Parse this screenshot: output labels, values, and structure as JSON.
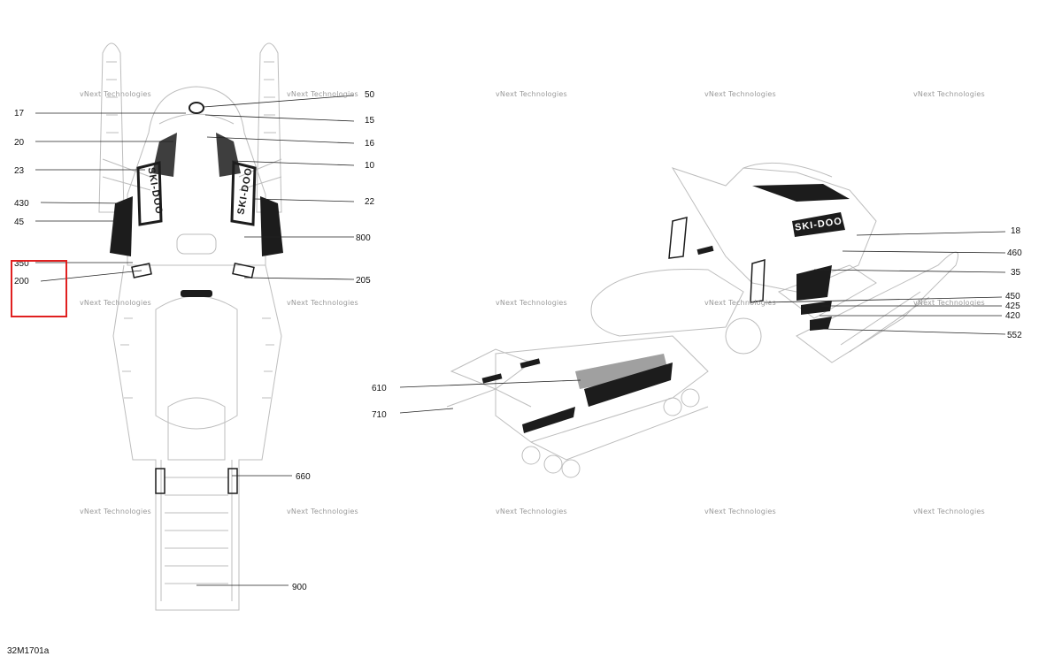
{
  "figure_id": "32M1701a",
  "watermark": {
    "line1": "vNext Technologies",
    "line2": "vNext Technologies",
    "line3": "vNext Technologies"
  },
  "callouts": {
    "c17": "17",
    "c20": "20",
    "c23": "23",
    "c430": "430",
    "c45": "45",
    "c350": "350",
    "c200": "200",
    "c50": "50",
    "c15": "15",
    "c16": "16",
    "c10": "10",
    "c22": "22",
    "c800": "800",
    "c205": "205",
    "c660": "660",
    "c900": "900",
    "c610": "610",
    "c710": "710",
    "c18": "18",
    "c460": "460",
    "c35": "35",
    "c450": "450",
    "c425": "425",
    "c420": "420",
    "c552": "552"
  },
  "decal_text": {
    "brand": "SKI-DOO"
  },
  "colors": {
    "line": "#222222",
    "sketch": "#b9b9b9",
    "highlight": "#e02020"
  }
}
